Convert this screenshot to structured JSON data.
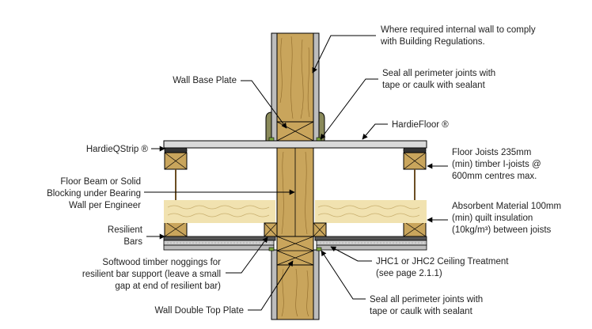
{
  "colors": {
    "timber": "#c9a55c",
    "timber_dark": "#a9823a",
    "plasterboard": "#bdbdbd",
    "floor_board": "#d9d9d9",
    "insulation": "#f1e2b0",
    "seal": "#7aa63c",
    "leader": "#000000"
  },
  "labels": {
    "internal_wall": [
      "Where required internal wall to comply",
      "with Building Regulations."
    ],
    "seal_top": [
      "Seal all perimeter joints with",
      "tape or caulk with sealant"
    ],
    "wall_base_plate": [
      "Wall Base Plate"
    ],
    "hardiefloor": [
      "HardieFloor ®"
    ],
    "hardieqstrip": [
      "HardieQStrip ®"
    ],
    "floor_joists": [
      "Floor Joists 235mm",
      "(min) timber I-joists @",
      "600mm centres max."
    ],
    "floor_beam": [
      "Floor Beam or Solid",
      "Blocking under Bearing",
      "Wall per Engineer"
    ],
    "absorbent": [
      "Absorbent Material 100mm",
      "(min) quilt insulation",
      "(10kg/m³) between joists"
    ],
    "resilient_bars": [
      "Resilient",
      "Bars"
    ],
    "noggings": [
      "Softwood timber noggings for",
      "resilient bar support (leave a small",
      "gap at end of resilient bar)"
    ],
    "jhc": [
      "JHC1 or JHC2 Ceiling Treatment",
      "(see page 2.1.1)"
    ],
    "top_plate": [
      "Wall Double Top Plate"
    ],
    "seal_bottom": [
      "Seal all perimeter joints with",
      "tape or caulk with sealant"
    ]
  }
}
